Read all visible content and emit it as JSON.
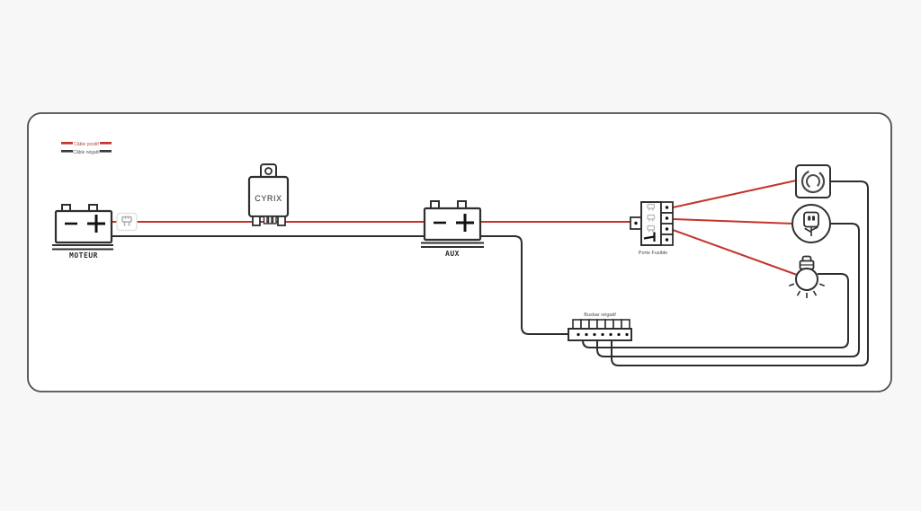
{
  "page": {
    "background": "#f7f7f7",
    "card_background": "#ffffff",
    "card_border": "#4d4d4d"
  },
  "legend": {
    "positive": {
      "label": "Câble positif",
      "color": "#c4342b"
    },
    "negative": {
      "label": "Câble négatif",
      "color": "#3a3a3a"
    }
  },
  "components": {
    "motor_battery": {
      "label": "MOTEUR",
      "terminals": [
        "−",
        "+"
      ]
    },
    "aux_battery": {
      "label": "AUX",
      "terminals": [
        "−",
        "+"
      ]
    },
    "relay": {
      "label": "CYRIX"
    },
    "inline_fuse": {
      "icon": "blade-fuse-icon"
    },
    "fuse_holder": {
      "label": "Porte Fusible",
      "fuse_slots": 3,
      "output_terminals": 4
    },
    "busbar": {
      "label": "Busbar négatif",
      "screw_terminals": 7
    },
    "devices": [
      {
        "name": "dial-switch",
        "icon": "rotary-dial-icon"
      },
      {
        "name": "usb-socket",
        "icon": "usb-icon"
      },
      {
        "name": "light",
        "icon": "bulb-icon"
      }
    ]
  },
  "colors": {
    "wire_positive": "#c4342b",
    "wire_negative": "#2d2d2d",
    "component_outline": "#2f2f2f",
    "fuse_glyph": "#ababab"
  }
}
